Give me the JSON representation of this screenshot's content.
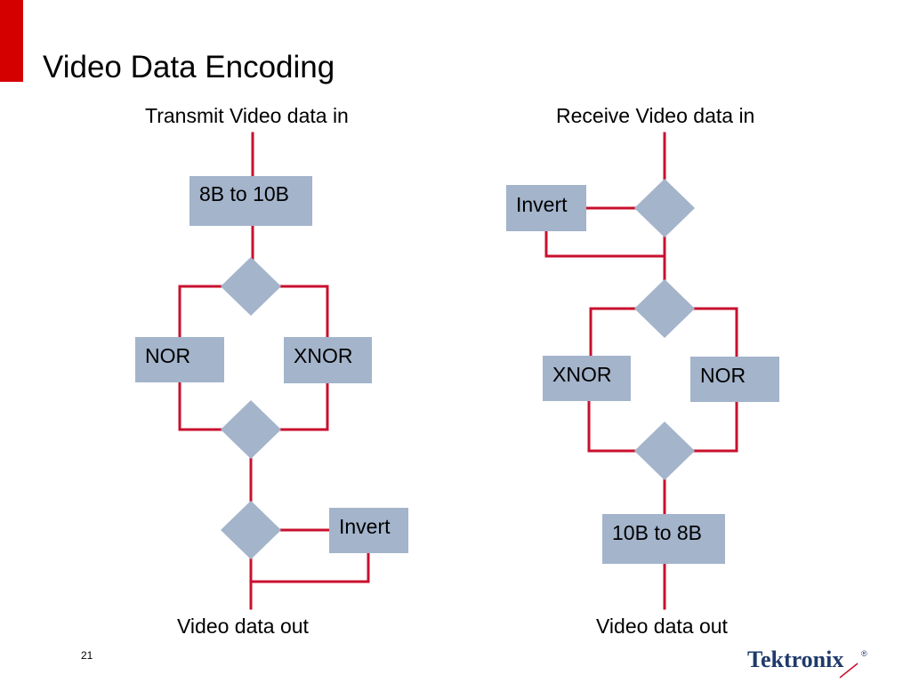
{
  "slide": {
    "title": "Video Data Encoding",
    "page_number": "21"
  },
  "transmit": {
    "input_label": "Transmit Video data in",
    "encode_box": "8B to 10B",
    "left_box": "NOR",
    "right_box": "XNOR",
    "invert_box": "Invert",
    "output_label": "Video data out"
  },
  "receive": {
    "input_label": "Receive Video data in",
    "invert_box": "Invert",
    "left_box": "XNOR",
    "right_box": "NOR",
    "decode_box": "10B to 8B",
    "output_label": "Video data out"
  },
  "logo": {
    "text": "Tektronix",
    "mark": "®"
  },
  "colors": {
    "accent": "#d40000",
    "wire": "#c8102e",
    "node": "#a3b4cb",
    "logo": "#1f3a6b"
  }
}
